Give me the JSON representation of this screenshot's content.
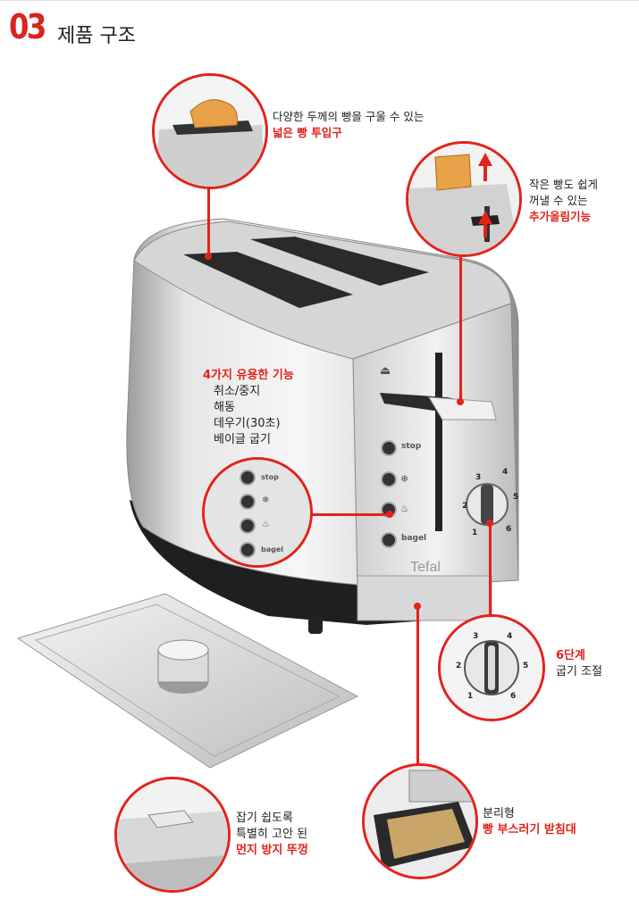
{
  "header": {
    "number": "03",
    "title": "제품 구조"
  },
  "callouts": {
    "slot": {
      "line1": "다양한 두께의 빵을 구울 수 있는",
      "highlight": "넓은 빵 투입구"
    },
    "lift": {
      "line1": "작은 빵도 쉽게",
      "line2": "꺼낼 수 있는",
      "highlight": "추가올림기능"
    },
    "functions": {
      "highlight": "4가지 유용한 기능",
      "items": [
        "취소/중지",
        "해동",
        "데우기(30초)",
        "베이글 굽기"
      ]
    },
    "dial": {
      "highlight": "6단계",
      "line1": "굽기 조절"
    },
    "cover": {
      "line1": "잡기 쉽도록",
      "line2": "특별히 고안 된",
      "highlight": "먼지 방지 뚜껑"
    },
    "tray": {
      "line1": "분리형",
      "highlight": "빵 부스러기 받침대"
    }
  },
  "toaster": {
    "brand": "Tefal",
    "buttons": [
      "stop",
      "bagel"
    ],
    "dial_numbers": [
      "1",
      "2",
      "3",
      "4",
      "5",
      "6"
    ]
  },
  "colors": {
    "accent": "#e2231a",
    "steel": "#c9c9c9"
  }
}
